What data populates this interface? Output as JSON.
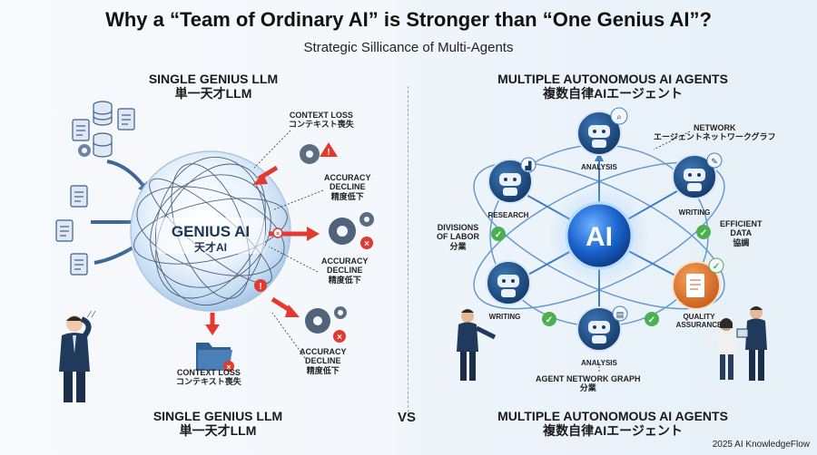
{
  "title": "Why a “Team of Ordinary AI” is Stronger than “One Genius AI”?",
  "subtitle": "Strategic Sillicance of Multi-Agents",
  "left": {
    "header_en": "SINGLE GENIUS LLM",
    "header_jp": "単一天才LLM",
    "center_en": "GENIUS AI",
    "center_jp": "天才AI",
    "labels": [
      {
        "en": "CONTEXT LOSS",
        "jp": "コンテキスト喪失"
      },
      {
        "en": "ACCURACY DECLINE",
        "en2": "",
        "jp": "精度低下"
      },
      {
        "en": "ACCURACY",
        "en2": "DECLINE",
        "jp": "精度低下"
      },
      {
        "en": "ACCURACY",
        "en2": "DECLINE",
        "jp": "精度低下"
      },
      {
        "en": "CONTEXT LOSS",
        "jp": "コンテキスト喪失"
      }
    ],
    "footer_en": "SINGLE GENIUS LLM",
    "footer_jp": "単一天才LLM"
  },
  "vs": "VS",
  "right": {
    "header_en": "MULTIPLE AUTONOMOUS AI AGENTS",
    "header_jp": "複数自律AIエージェント",
    "hub": "AI",
    "nodes": {
      "analysis_top": "ANALYSIS",
      "research": "RESEARCH",
      "writing_right": "WRITING",
      "writing_left": "WRITING",
      "analysis_bottom": "ANALYSIS",
      "quality": [
        "QUALITY",
        "ASSURANCE"
      ]
    },
    "network_label": {
      "en": "NETWORK",
      "jp": "エージェントネットワークグラフ"
    },
    "efficient_label": {
      "en1": "EFFICIENT",
      "en2": "DATA",
      "jp": "協調"
    },
    "divisions_label": {
      "en1": "DIVISIONS",
      "en2": "OF LABOR",
      "jp": "分業"
    },
    "graph_label": {
      "en": "AGENT NETWORK GRAPH",
      "jp": "分業"
    },
    "footer_en": "MULTIPLE AUTONOMOUS AI AGENTS",
    "footer_jp": "複数自律AIエージェント"
  },
  "footer": "2025 AI KnowledgeFlow",
  "colors": {
    "agent_blue": "#1f4f86",
    "hub_blue": "#1660c9",
    "alert_red": "#e23a2e",
    "check_green": "#4caf50",
    "quality_orange": "#e07a2a"
  }
}
